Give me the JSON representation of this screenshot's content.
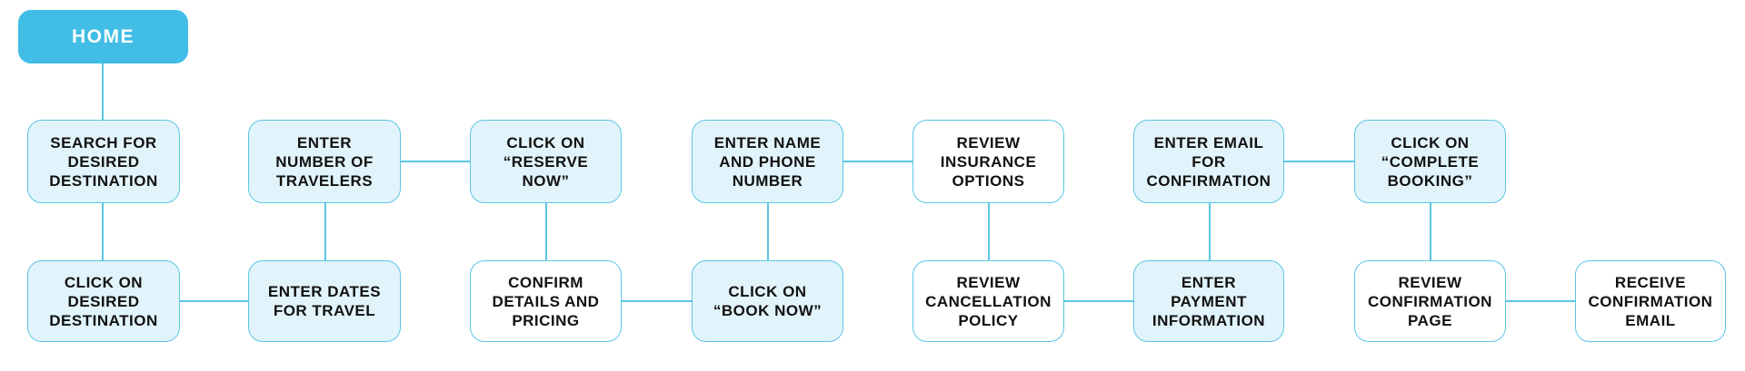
{
  "colors": {
    "home_fill": "#41bde6",
    "node_fill": "#e2f4fb",
    "node_border": "#5cc6e4",
    "connector": "#5cc6e4",
    "text": "#111111"
  },
  "nodes": {
    "home": "HOME",
    "search_destination": "SEARCH FOR\nDESIRED\nDESTINATION",
    "click_destination": "CLICK ON\nDESIRED\nDESTINATION",
    "enter_dates": "ENTER DATES\nFOR TRAVEL",
    "enter_travelers": "ENTER\nNUMBER OF\nTRAVELERS",
    "click_reserve": "CLICK ON\n“RESERVE\nNOW”",
    "confirm_details": "CONFIRM\nDETAILS AND\nPRICING",
    "click_book": "CLICK ON\n“BOOK NOW”",
    "enter_name_phone": "ENTER NAME\nAND PHONE\nNUMBER",
    "review_insurance": "REVIEW\nINSURANCE\nOPTIONS",
    "review_cancellation": "REVIEW\nCANCELLATION\nPOLICY",
    "enter_payment": "ENTER\nPAYMENT\nINFORMATION",
    "enter_email": "ENTER EMAIL\nFOR\nCONFIRMATION",
    "click_complete": "CLICK ON\n“COMPLETE\nBOOKING”",
    "review_confirmation": "REVIEW\nCONFIRMATION\nPAGE",
    "receive_email": "RECEIVE\nCONFIRMATION\nEMAIL"
  }
}
